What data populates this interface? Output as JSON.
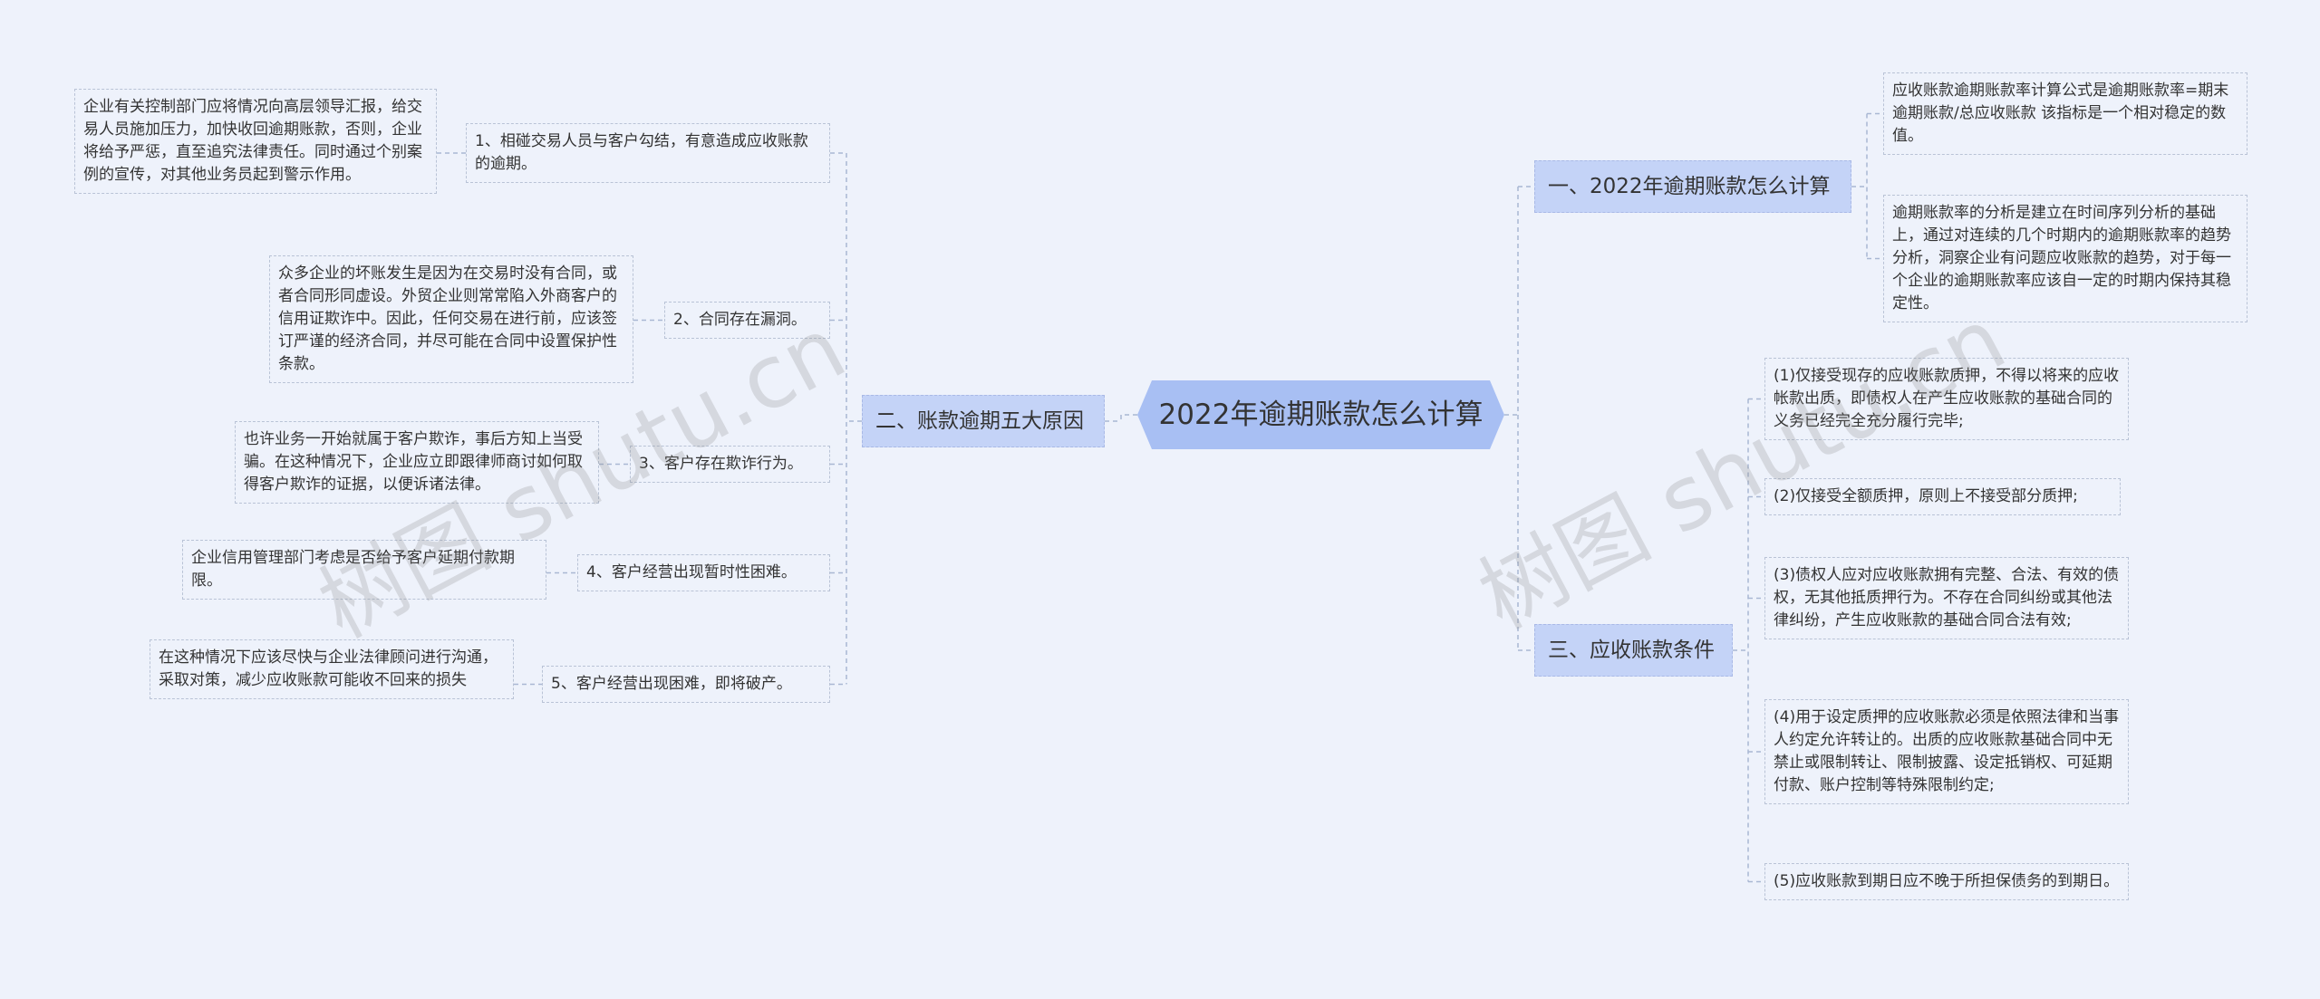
{
  "root": {
    "title": "2022年逾期账款怎么计算"
  },
  "branches": {
    "b1": {
      "label": "一、2022年逾期账款怎么计算"
    },
    "b2": {
      "label": "二、账款逾期五大原因"
    },
    "b3": {
      "label": "三、应收账款条件"
    }
  },
  "b1_children": [
    "应收账款逾期账款率计算公式是逾期账款率=期末逾期账款/总应收账款 该指标是一个相对稳定的数值。",
    "逾期账款率的分析是建立在时间序列分析的基础上，通过对连续的几个时期内的逾期账款率的趋势分析，洞察企业有问题应收账款的趋势，对于每一个企业的逾期账款率应该自一定的时期内保持其稳定性。"
  ],
  "b2_reasons": [
    {
      "label": "1、相碰交易人员与客户勾结，有意造成应收账款的逾期。",
      "detail": "企业有关控制部门应将情况向高层领导汇报，给交易人员施加压力，加快收回逾期账款，否则，企业将给予严惩，直至追究法律责任。同时通过个别案例的宣传，对其他业务员起到警示作用。"
    },
    {
      "label": "2、合同存在漏洞。",
      "detail": "众多企业的坏账发生是因为在交易时没有合同，或者合同形同虚设。外贸企业则常常陷入外商客户的信用证欺诈中。因此，任何交易在进行前，应该签订严谨的经济合同，并尽可能在合同中设置保护性条款。"
    },
    {
      "label": "3、客户存在欺诈行为。",
      "detail": "也许业务一开始就属于客户欺诈，事后方知上当受骗。在这种情况下，企业应立即跟律师商讨如何取得客户欺诈的证据，以便诉诸法律。"
    },
    {
      "label": "4、客户经营出现暂时性困难。",
      "detail": "企业信用管理部门考虑是否给予客户延期付款期限。"
    },
    {
      "label": "5、客户经营出现困难，即将破产。",
      "detail": "在这种情况下应该尽快与企业法律顾问进行沟通，采取对策，减少应收账款可能收不回来的损失"
    }
  ],
  "b3_children": [
    "(1)仅接受现存的应收账款质押，不得以将来的应收帐款出质，即债权人在产生应收账款的基础合同的义务已经完全充分履行完毕;",
    "(2)仅接受全额质押，原则上不接受部分质押;",
    "(3)债权人应对应收账款拥有完整、合法、有效的债权，无其他抵质押行为。不存在合同纠纷或其他法律纠纷，产生应收账款的基础合同合法有效;",
    "(4)用于设定质押的应收账款必须是依照法律和当事人约定允许转让的。出质的应收账款基础合同中无禁止或限制转让、限制披露、设定抵销权、可延期付款、账户控制等特殊限制约定;",
    "(5)应收账款到期日应不晚于所担保债务的到期日。"
  ],
  "watermark": [
    "树图 shutu.cn",
    "树图 shutu.cn"
  ],
  "colors": {
    "background": "#eef2fb",
    "root": "#a8bff3",
    "branch": "#c4d3f7",
    "line": "#b9c3d6"
  }
}
